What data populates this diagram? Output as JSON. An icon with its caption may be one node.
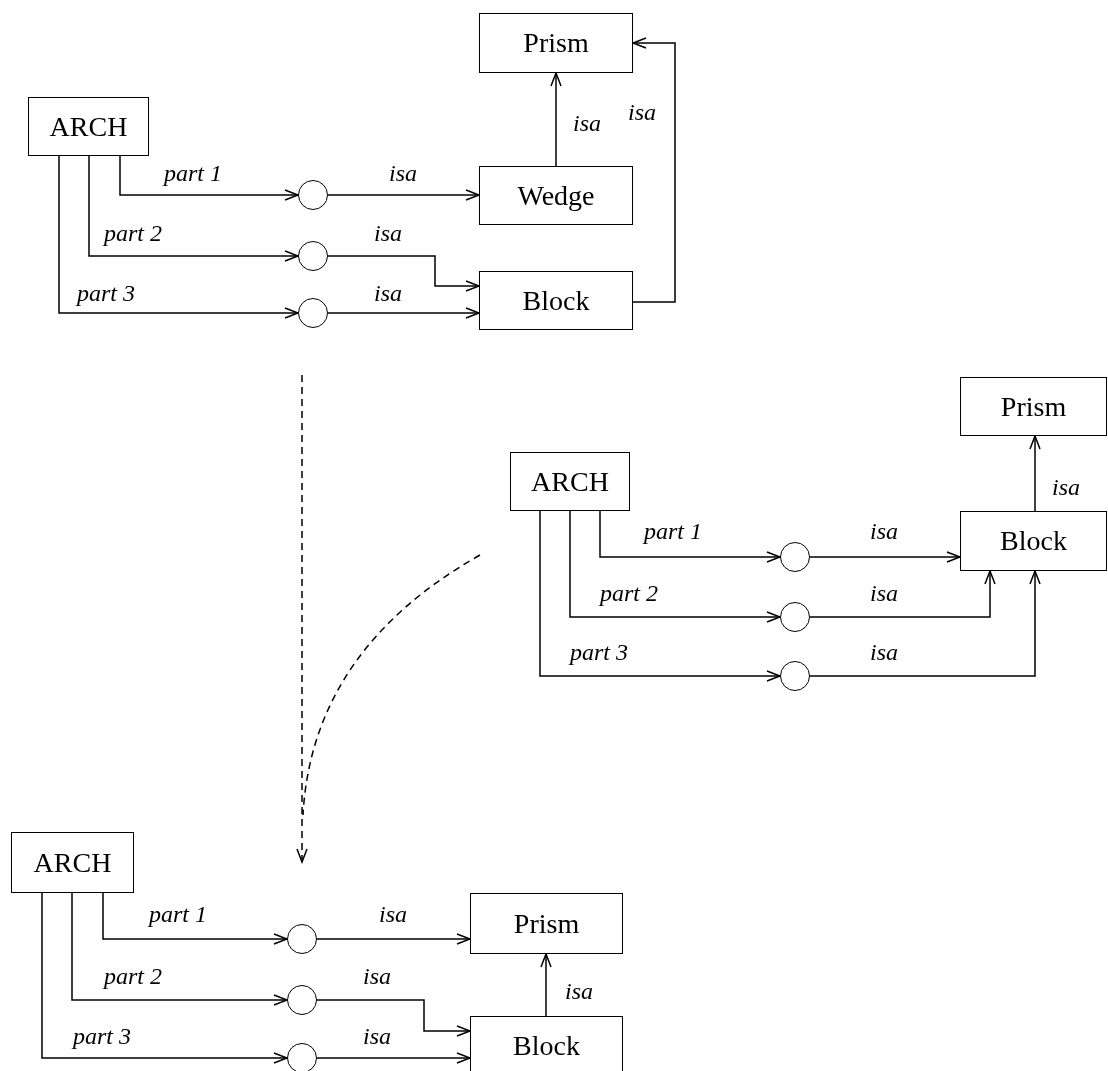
{
  "diagram": {
    "nodes": [
      {
        "text": [
          "Prism"
        ]
      },
      {
        "text": [
          "ARCH"
        ]
      },
      {
        "text": [],
        "shape": "circle"
      },
      {
        "text": [
          "Wedge"
        ]
      },
      {
        "text": [],
        "shape": "circle"
      },
      {
        "text": [],
        "shape": "circle"
      },
      {
        "text": [
          "Block"
        ]
      },
      {
        "text": [
          "Prism"
        ]
      },
      {
        "text": [
          "ARCH"
        ]
      },
      {
        "text": [],
        "shape": "circle"
      },
      {
        "text": [
          "Block"
        ]
      },
      {
        "text": [],
        "shape": "circle"
      },
      {
        "text": [],
        "shape": "circle"
      },
      {
        "text": [
          "ARCH"
        ]
      },
      {
        "text": [],
        "shape": "circle"
      },
      {
        "text": [
          "Prism"
        ]
      },
      {
        "text": [],
        "shape": "circle"
      },
      {
        "text": [
          "Block"
        ]
      },
      {
        "text": [],
        "shape": "circle"
      }
    ],
    "edges": [
      {
        "from": 1,
        "to": 2,
        "arrow": "to",
        "label": "part 1"
      },
      {
        "from": 2,
        "to": 3,
        "arrow": "to",
        "label": "isa"
      },
      {
        "from": 1,
        "to": 4,
        "arrow": "to",
        "label": "part 2"
      },
      {
        "from": 4,
        "to": 6,
        "arrow": "to",
        "label": "isa"
      },
      {
        "from": 1,
        "to": 5,
        "arrow": "to",
        "label": "part 3"
      },
      {
        "from": 5,
        "to": 6,
        "arrow": "to",
        "label": "isa"
      },
      {
        "from": 3,
        "to": 0,
        "arrow": "to",
        "label": "isa"
      },
      {
        "from": 6,
        "to": 0,
        "arrow": "to",
        "label": "isa"
      },
      {
        "from": 8,
        "to": 9,
        "arrow": "to",
        "label": "part 1"
      },
      {
        "from": 9,
        "to": 10,
        "arrow": "to",
        "label": "isa"
      },
      {
        "from": 8,
        "to": 11,
        "arrow": "to",
        "label": "part 2"
      },
      {
        "from": 11,
        "to": 10,
        "arrow": "to",
        "label": "isa"
      },
      {
        "from": 8,
        "to": 12,
        "arrow": "to",
        "label": "part 3"
      },
      {
        "from": 12,
        "to": 10,
        "arrow": "to",
        "label": "isa"
      },
      {
        "from": 10,
        "to": 7,
        "arrow": "to",
        "label": "isa"
      },
      {
        "from": 13,
        "to": 14,
        "arrow": "to",
        "label": "part 1"
      },
      {
        "from": 14,
        "to": 15,
        "arrow": "to",
        "label": "isa"
      },
      {
        "from": 13,
        "to": 16,
        "arrow": "to",
        "label": "part 2"
      },
      {
        "from": 16,
        "to": 17,
        "arrow": "to",
        "label": "isa"
      },
      {
        "from": 13,
        "to": 18,
        "arrow": "to",
        "label": "part 3"
      },
      {
        "from": 18,
        "to": 17,
        "arrow": "to",
        "label": "isa"
      },
      {
        "from": 17,
        "to": 15,
        "arrow": "to",
        "label": "isa"
      }
    ]
  }
}
